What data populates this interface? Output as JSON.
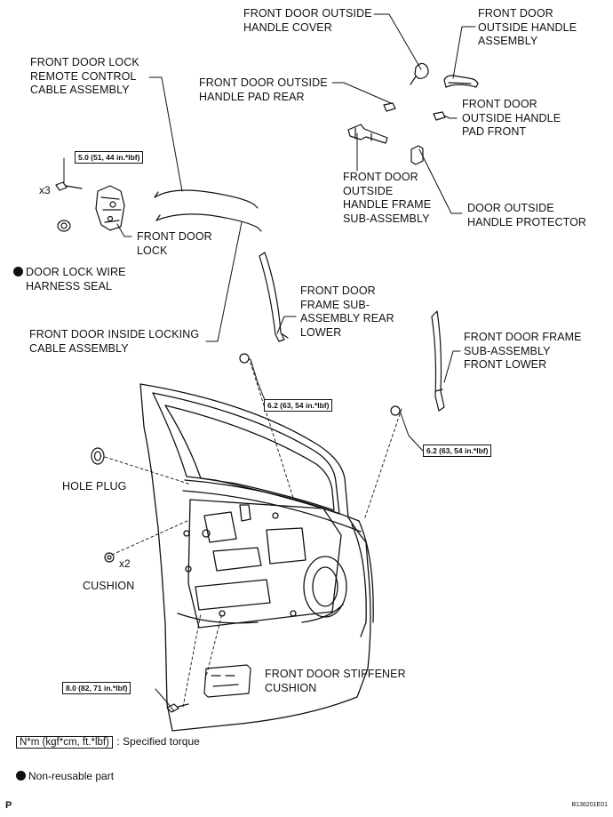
{
  "labels": {
    "outside_handle_cover": [
      "FRONT DOOR OUTSIDE",
      "HANDLE COVER"
    ],
    "outside_handle_assembly": [
      "FRONT DOOR",
      "OUTSIDE HANDLE",
      "ASSEMBLY"
    ],
    "lock_remote_cable": [
      "FRONT DOOR LOCK",
      "REMOTE CONTROL",
      "CABLE ASSEMBLY"
    ],
    "handle_pad_rear": [
      "FRONT DOOR OUTSIDE",
      "HANDLE PAD REAR"
    ],
    "handle_pad_front": [
      "FRONT DOOR",
      "OUTSIDE HANDLE",
      "PAD FRONT"
    ],
    "handle_frame": [
      "FRONT DOOR",
      "OUTSIDE",
      "HANDLE FRAME",
      "SUB-ASSEMBLY"
    ],
    "handle_protector": [
      "DOOR OUTSIDE",
      "HANDLE PROTECTOR"
    ],
    "front_door_lock": [
      "FRONT DOOR",
      "LOCK"
    ],
    "wire_harness_seal": [
      "DOOR LOCK WIRE",
      "HARNESS SEAL"
    ],
    "frame_rear_lower": [
      "FRONT DOOR",
      "FRAME SUB-",
      "ASSEMBLY REAR",
      "LOWER"
    ],
    "inside_locking_cable": [
      "FRONT DOOR INSIDE LOCKING",
      "CABLE ASSEMBLY"
    ],
    "frame_front_lower": [
      "FRONT DOOR FRAME",
      "SUB-ASSEMBLY",
      "FRONT LOWER"
    ],
    "hole_plug": "HOLE PLUG",
    "cushion": "CUSHION",
    "stiffener_cushion": [
      "FRONT DOOR STIFFENER",
      "CUSHION"
    ]
  },
  "quantities": {
    "lock_bolts": "x3",
    "cushion": "x2"
  },
  "torques": {
    "lock": "5.0 (51, 44 in.*lbf)",
    "frame_rear": "6.2 (63, 54 in.*lbf)",
    "frame_front": "6.2 (63, 54 in.*lbf)",
    "stiffener": "8.0 (82, 71 in.*lbf)"
  },
  "legend": {
    "torque_units": "N*m (kgf*cm, ft.*lbf)",
    "torque_text": ": Specified torque",
    "nonreusable_text": "Non-reusable part"
  },
  "corner": {
    "left": "P",
    "right": "B136201E01"
  }
}
